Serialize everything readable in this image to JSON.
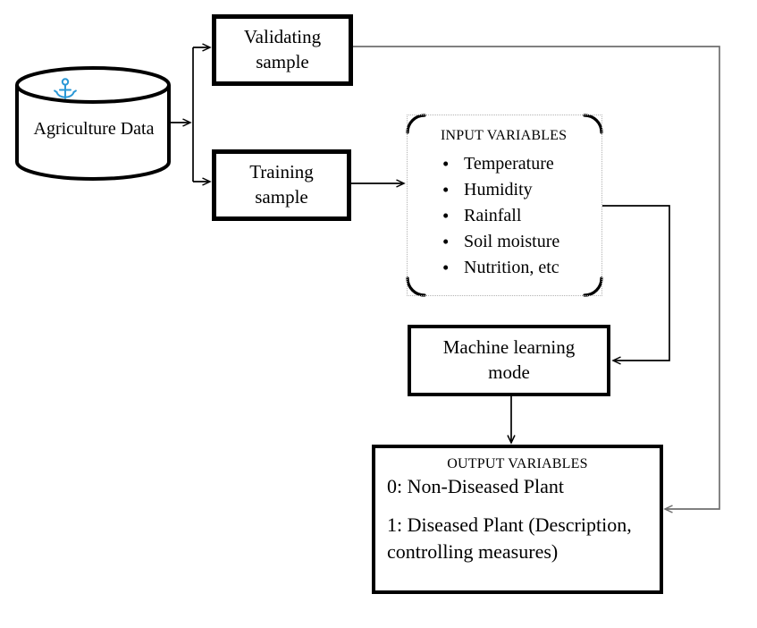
{
  "diagram": {
    "database": {
      "label": "Agriculture Data"
    },
    "validating_box": {
      "label": "Validating sample"
    },
    "training_box": {
      "label": "Training sample"
    },
    "input_box": {
      "title": "INPUT VARIABLES",
      "bullet": "•",
      "items": [
        "Temperature",
        "Humidity",
        "Rainfall",
        "Soil moisture",
        "Nutrition, etc"
      ]
    },
    "ml_box": {
      "label": "Machine learning mode"
    },
    "output_box": {
      "title": "OUTPUT VARIABLES",
      "items": [
        "0: Non-Diseased Plant",
        "1: Diseased Plant (Description, controlling measures)"
      ]
    },
    "icons": {
      "anchor": "anchor-icon"
    },
    "colors": {
      "line": "#000000",
      "feedback_line": "#6f6f6f",
      "box_border": "#000000",
      "dotted_border": "#b3b3b3",
      "anchor_icon": "#2b98d6"
    }
  }
}
